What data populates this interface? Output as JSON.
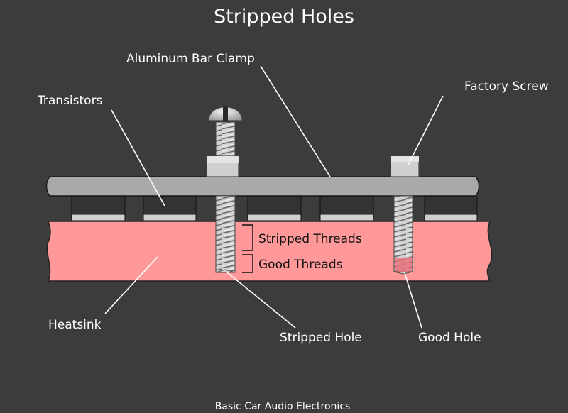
{
  "title": "Stripped Holes",
  "labels": {
    "bar_clamp": "Aluminum Bar Clamp",
    "transistors": "Transistors",
    "factory_screw": "Factory Screw",
    "stripped_threads": "Stripped Threads",
    "good_threads": "Good Threads",
    "heatsink": "Heatsink",
    "stripped_hole": "Stripped Hole",
    "good_hole": "Good Hole"
  },
  "footer": "Basic Car Audio Electronics",
  "colors": {
    "background": "#3c3c3c",
    "heatsink": "#ff9999",
    "bar_clamp": "#a9a9a9",
    "transistor_body": "#333333",
    "transistor_tab": "#cfcfcf",
    "screw": "#c8c8c8",
    "good_thread_engagement": "#e8707a"
  }
}
